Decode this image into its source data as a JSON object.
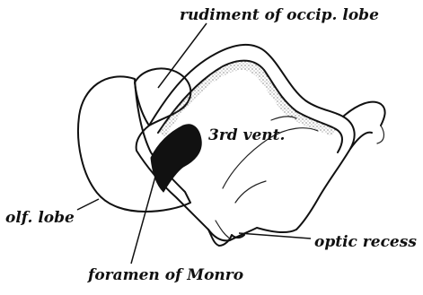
{
  "labels": {
    "occipital": "rudiment of occip. lobe",
    "third_ventricle": "3rd vent.",
    "olfactory": "olf. lobe",
    "optic": "optic recess",
    "foramen": "foramen of Monro"
  },
  "colors": {
    "ink": "#111111",
    "stipple": "#555555",
    "background": "#ffffff"
  }
}
